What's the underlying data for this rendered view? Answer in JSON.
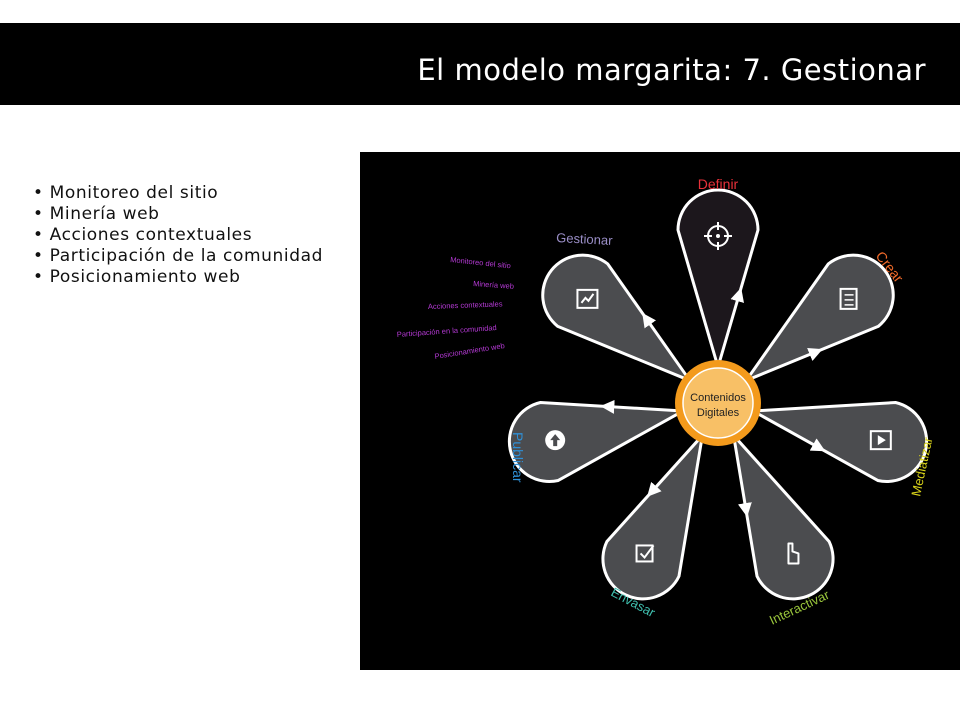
{
  "title": "El modelo margarita: 7. Gestionar",
  "bullets": [
    "Monitoreo del sitio",
    "Minería web",
    "Acciones contextuales",
    "Participación de la comunidad",
    "Posicionamiento web"
  ],
  "diagram": {
    "center": {
      "line1": "Contenidos",
      "line2": "Digitales"
    },
    "petals": [
      {
        "id": "definir",
        "label": "Definir",
        "color": "#e8313a",
        "icon": "crosshair-icon"
      },
      {
        "id": "crear",
        "label": "Crear",
        "color": "#f06a2a",
        "icon": "document-icon"
      },
      {
        "id": "mediatizar",
        "label": "Mediatizar",
        "color": "#d8d21a",
        "icon": "media-player-icon"
      },
      {
        "id": "interactivar",
        "label": "Interactivar",
        "color": "#9ac63c",
        "icon": "hand-pointer-icon"
      },
      {
        "id": "envasar",
        "label": "Envasar",
        "color": "#3fbfae",
        "icon": "checkbox-icon"
      },
      {
        "id": "publicar",
        "label": "Publicar",
        "color": "#2f8fd6",
        "icon": "upload-arrow-icon"
      },
      {
        "id": "gestionar",
        "label": "Gestionar",
        "color": "#9b8fc8",
        "icon": "trend-chart-icon"
      }
    ],
    "gestionar_items": [
      "Monitoreo del sitio",
      "Minería web",
      "Acciones contextuales",
      "Participación en la comunidad",
      "Posicionamiento web"
    ],
    "gestionar_items_color": "#b63ad6",
    "petal_fill": "#4b4c4f",
    "active_petal_fill": "#1c171c",
    "center_color": "#f39a1c"
  }
}
